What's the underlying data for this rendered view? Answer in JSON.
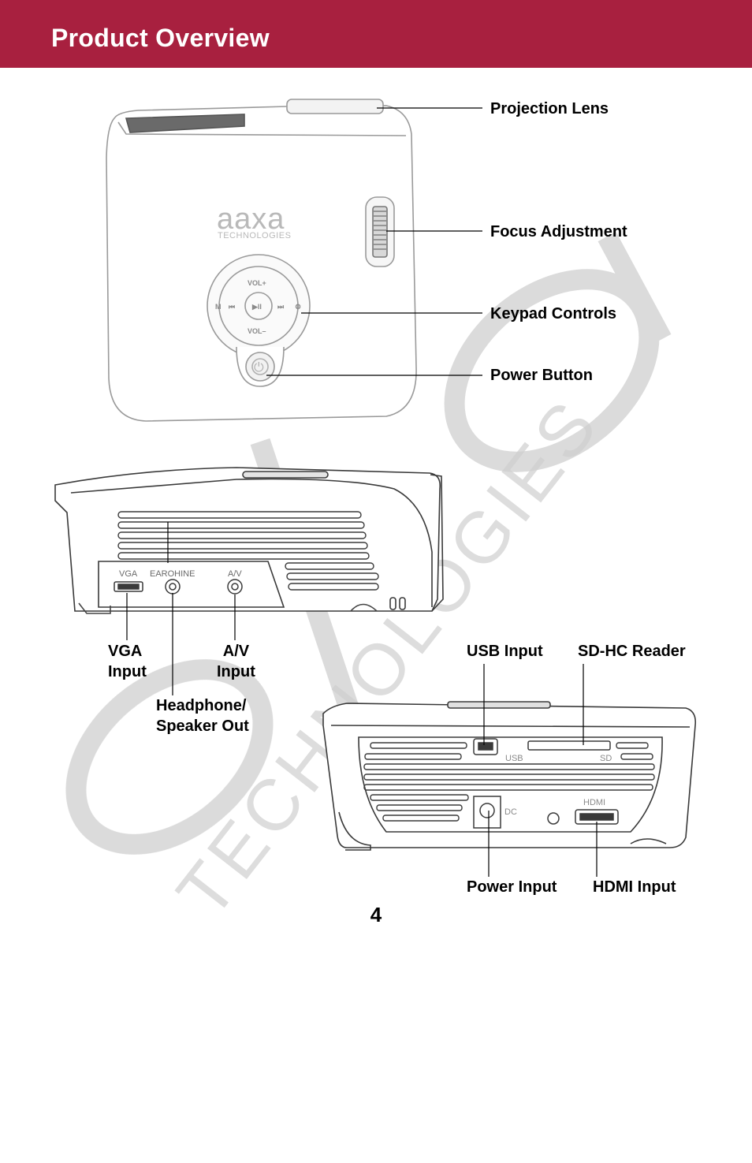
{
  "header": {
    "title": "Product Overview"
  },
  "colors": {
    "header_bg": "#a8203f",
    "watermark": "#c8c8c8"
  },
  "device_branding": {
    "brand": "aaxa",
    "sub_brand": "TECHNOLOGIES"
  },
  "keypad_labels": {
    "vol_up": "VOL+",
    "vol_down": "VOL–",
    "play": "▶II",
    "prev": "⏮",
    "next": "⏭",
    "mode": "M",
    "settings": "⚙"
  },
  "side_port_labels": {
    "vga": "VGA",
    "earphone": "EAROHINE",
    "av": "A/V"
  },
  "rear_port_labels": {
    "usb": "USB",
    "sd": "SD",
    "dc": "DC",
    "hdmi": "HDMI"
  },
  "watermark": {
    "large": "aaxa",
    "small": "TECHNOLOGIES"
  },
  "callouts": {
    "projection_lens": "Projection Lens",
    "focus_adjustment": "Focus Adjustment",
    "keypad_controls": "Keypad Controls",
    "power_button": "Power Button",
    "vga_input_line1": "VGA",
    "vga_input_line2": "Input",
    "av_input_line1": "A/V",
    "av_input_line2": "Input",
    "headphone_line1": "Headphone/",
    "headphone_line2": "Speaker Out",
    "usb_input": "USB Input",
    "sd_reader": "SD-HC Reader",
    "power_input": "Power Input",
    "hdmi_input": "HDMI Input"
  },
  "page_number": "4"
}
